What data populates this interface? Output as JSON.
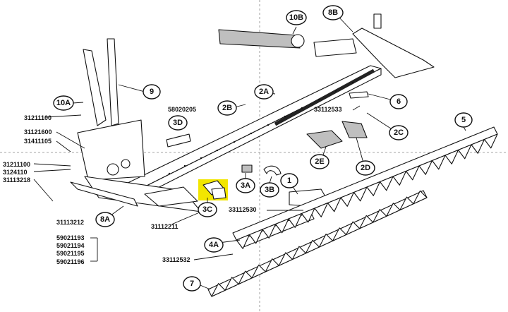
{
  "callouts": {
    "c10b": "10B",
    "c8b": "8B",
    "c9": "9",
    "c10a": "10A",
    "c2a": "2A",
    "c2b": "2B",
    "c6": "6",
    "c3d": "3D",
    "c2c": "2C",
    "c5": "5",
    "c2e": "2E",
    "c2d": "2D",
    "c3a": "3A",
    "c3b": "3B",
    "c1": "1",
    "c3c": "3C",
    "c8a": "8A",
    "c4a": "4A",
    "c7": "7"
  },
  "part_numbers": {
    "p31211100": "31211100",
    "p58020205": "58020205",
    "p33112533": "33112533",
    "p31121600": "31121600",
    "p31411105": "31411105",
    "p31211100b": "31211100",
    "p3124110": "3124110",
    "p311132": "31113218",
    "p31113212": "31113212",
    "p31112211": "31112211",
    "p33112530": "33112530",
    "p59021193": "59021193",
    "p59021194": "59021194",
    "p59021195": "59021195",
    "p59021196": "59021196",
    "p33112532": "33112532"
  },
  "highlight_color": "#f2e600"
}
